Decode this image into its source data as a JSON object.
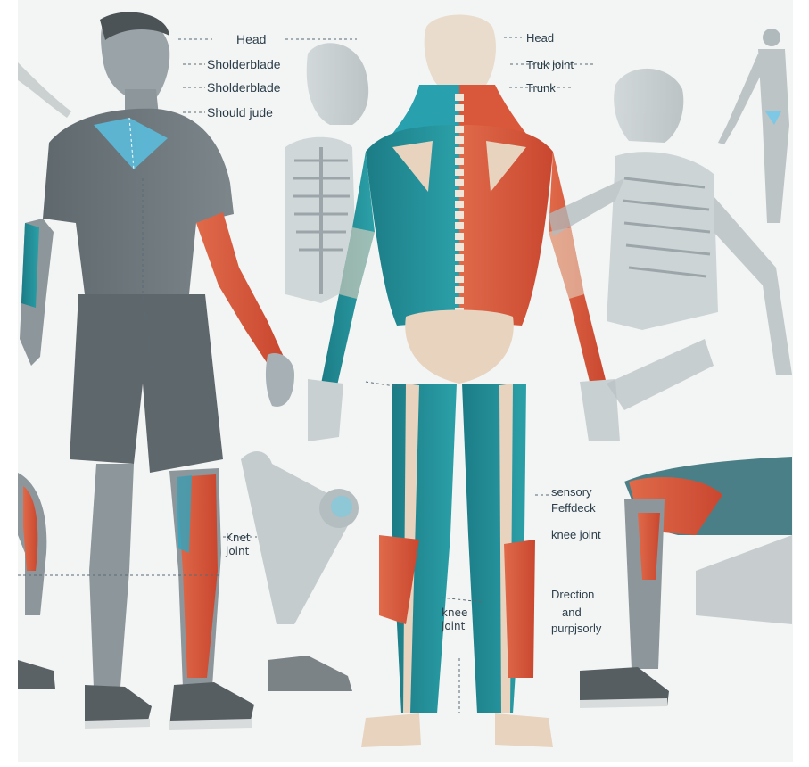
{
  "labels": {
    "head_left": "Head",
    "shoulder_blade_1": "Sholderblade",
    "shoulder_blade_2": "Sholderblade",
    "should_jude": "Should jude",
    "head_right": "Head",
    "truk_joint": "Truk joint",
    "trunk": "Trunk",
    "knet_joint": "Knet joint",
    "sensory": "sensory",
    "feedback": "Feffdeck",
    "knee_joint_right": "knee joint",
    "knee_joint_center": "knee joint",
    "direction": "Drection",
    "and": "and",
    "purpose": "purpjsorly"
  },
  "colors": {
    "muscle_red": "#d9573a",
    "muscle_teal": "#1f8a94",
    "bone": "#e8d3bf",
    "skin_gray": "#9aa3a8",
    "shirt_gray": "#6b7377",
    "line": "#5a6a74",
    "background": "#f3f5f4"
  }
}
